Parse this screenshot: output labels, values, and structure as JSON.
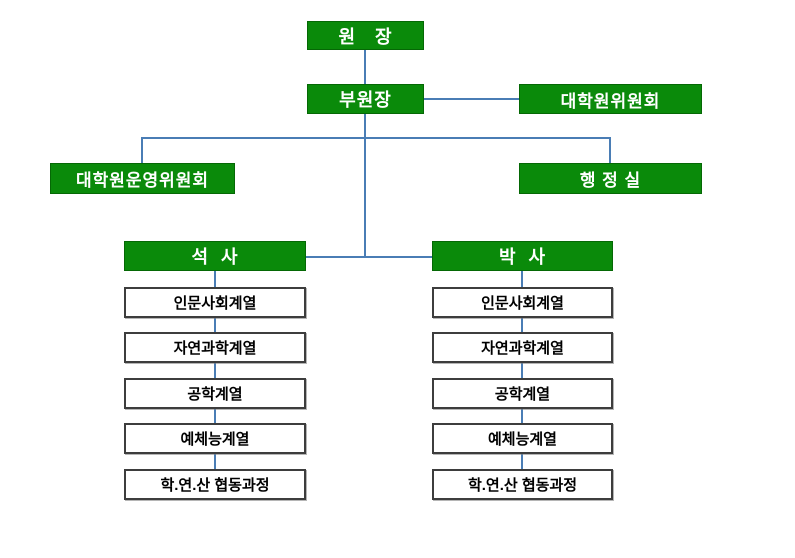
{
  "colors": {
    "box_green": "#0a8a0a",
    "box_green_border": "#056805",
    "connector_blue": "#4a7db5",
    "white_box_border": "#3d3d3d",
    "green_box_text": "#ffffff",
    "white_box_text": "#000000",
    "background": "#ffffff"
  },
  "org_chart": {
    "root": {
      "label": "원　장"
    },
    "vice_director": {
      "label": "부원장"
    },
    "graduate_committee": {
      "label": "대학원위원회"
    },
    "steering_committee": {
      "label": "대학원운영위원회"
    },
    "admin_office": {
      "label": "행 정 실"
    },
    "masters": {
      "label": "석  사",
      "departments": [
        "인문사회계열",
        "자연과학계열",
        "공학계열",
        "예체능계열",
        "학.연.산 협동과정"
      ]
    },
    "doctoral": {
      "label": "박  사",
      "departments": [
        "인문사회계열",
        "자연과학계열",
        "공학계열",
        "예체능계열",
        "학.연.산 협동과정"
      ]
    }
  }
}
